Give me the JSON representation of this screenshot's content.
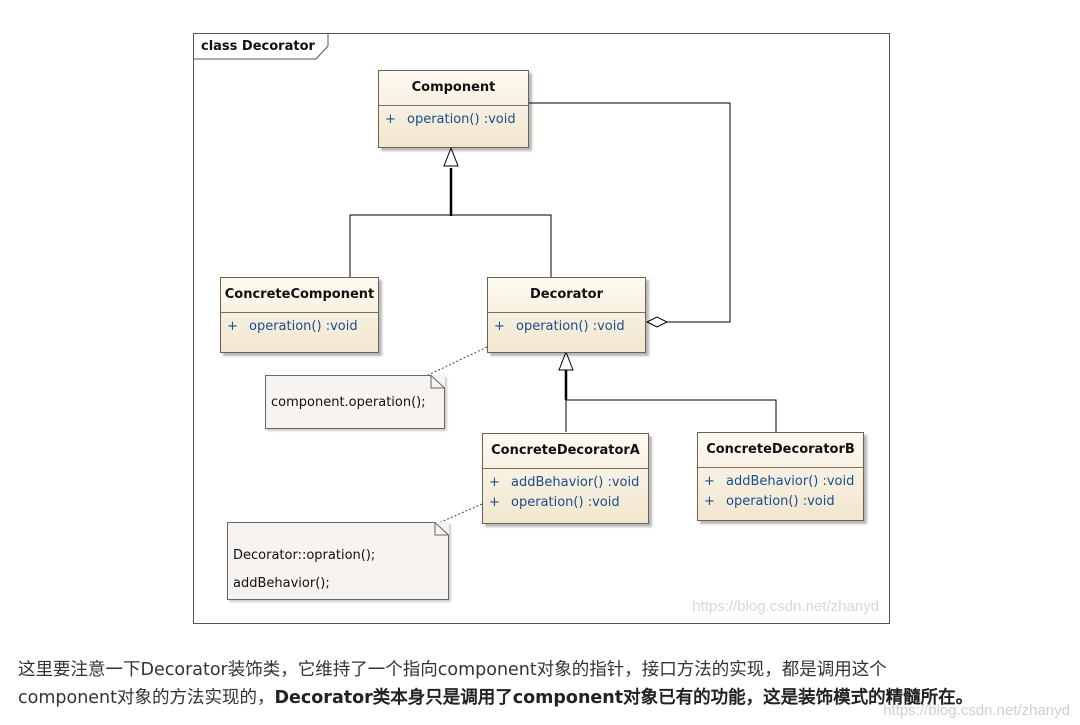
{
  "diagram": {
    "frame_title": "class Decorator",
    "watermark": "https://blog.csdn.net/zhanyd",
    "classes": {
      "component": {
        "name": "Component",
        "ops": [
          {
            "vis": "+",
            "sig": "operation()  :void"
          }
        ]
      },
      "concrete_component": {
        "name": "ConcreteComponent",
        "ops": [
          {
            "vis": "+",
            "sig": "operation()  :void"
          }
        ]
      },
      "decorator": {
        "name": "Decorator",
        "ops": [
          {
            "vis": "+",
            "sig": "operation()  :void"
          }
        ]
      },
      "concrete_decorator_a": {
        "name": "ConcreteDecoratorA",
        "ops": [
          {
            "vis": "+",
            "sig": "addBehavior()  :void"
          },
          {
            "vis": "+",
            "sig": "operation()  :void"
          }
        ]
      },
      "concrete_decorator_b": {
        "name": "ConcreteDecoratorB",
        "ops": [
          {
            "vis": "+",
            "sig": "addBehavior()  :void"
          },
          {
            "vis": "+",
            "sig": "operation()  :void"
          }
        ]
      }
    },
    "notes": {
      "decorator_note": [
        "component.operation();"
      ],
      "decorator_a_note": [
        "Decorator::opration();",
        "addBehavior();"
      ]
    }
  },
  "description": {
    "plain1": "这里要注意一下Decorator装饰类，它维持了一个指向component对象的指针，接口方法的实现，都是调用这个",
    "plain2": "component对象的方法实现的，",
    "bold": "Decorator类本身只是调用了component对象已有的功能，这是装饰模式的精髓所在。"
  },
  "page_watermark": "https://blog.csdn.net/zhanyd"
}
